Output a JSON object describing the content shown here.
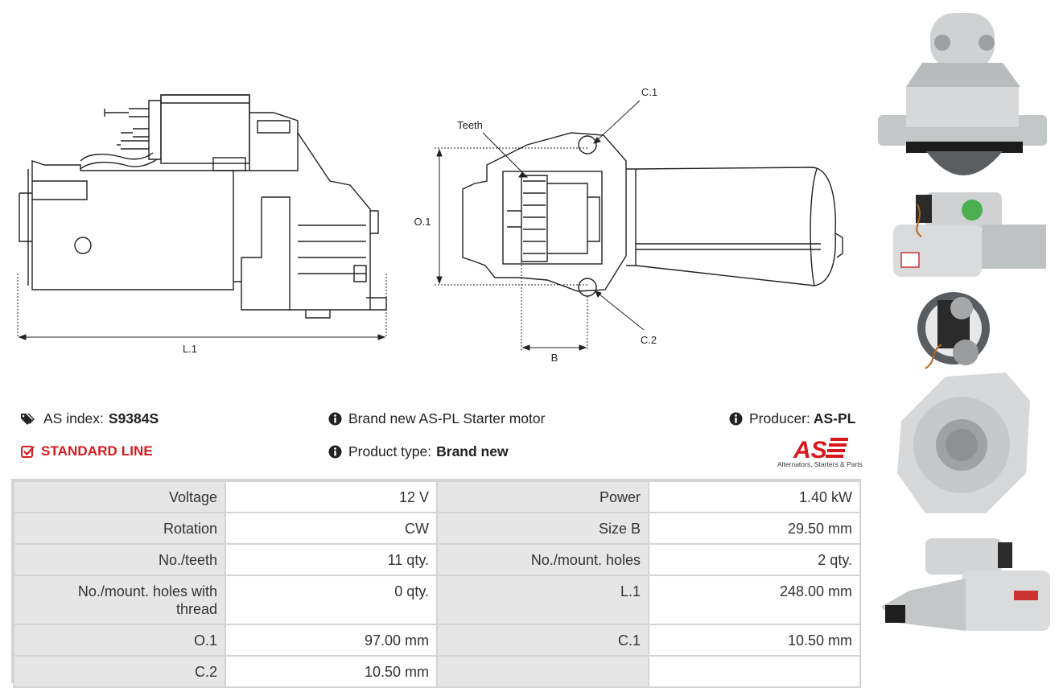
{
  "drawing_labels": {
    "l1": "L.1",
    "o1": "O.1",
    "c1": "C.1",
    "c2": "C.2",
    "b": "B",
    "teeth": "Teeth"
  },
  "info": {
    "as_index_label": "AS index:",
    "as_index_value": "S9384S",
    "standard_line": "STANDARD LINE",
    "description": "Brand new AS-PL Starter motor",
    "product_type_label": "Product type:",
    "product_type_value": "Brand new",
    "producer_label": "Producer:",
    "producer_value": "AS-PL",
    "logo_tagline": "Alternators, Starters & Parts",
    "logo_text": "AS"
  },
  "colors": {
    "brand_red": "#d7191c",
    "label_cell": "#e6e6e6",
    "border": "#d4d4d4"
  },
  "specs": [
    {
      "label1": "Voltage",
      "value1": "12 V",
      "label2": "Power",
      "value2": "1.40 kW"
    },
    {
      "label1": "Rotation",
      "value1": "CW",
      "label2": "Size B",
      "value2": "29.50 mm"
    },
    {
      "label1": "No./teeth",
      "value1": "11 qty.",
      "label2": "No./mount. holes",
      "value2": "2 qty."
    },
    {
      "label1": "No./mount. holes with thread",
      "value1": "0 qty.",
      "label2": "L.1",
      "value2": "248.00 mm"
    },
    {
      "label1": "O.1",
      "value1": "97.00 mm",
      "label2": "C.1",
      "value2": "10.50 mm"
    },
    {
      "label1": "C.2",
      "value1": "10.50 mm",
      "label2": "",
      "value2": ""
    }
  ]
}
